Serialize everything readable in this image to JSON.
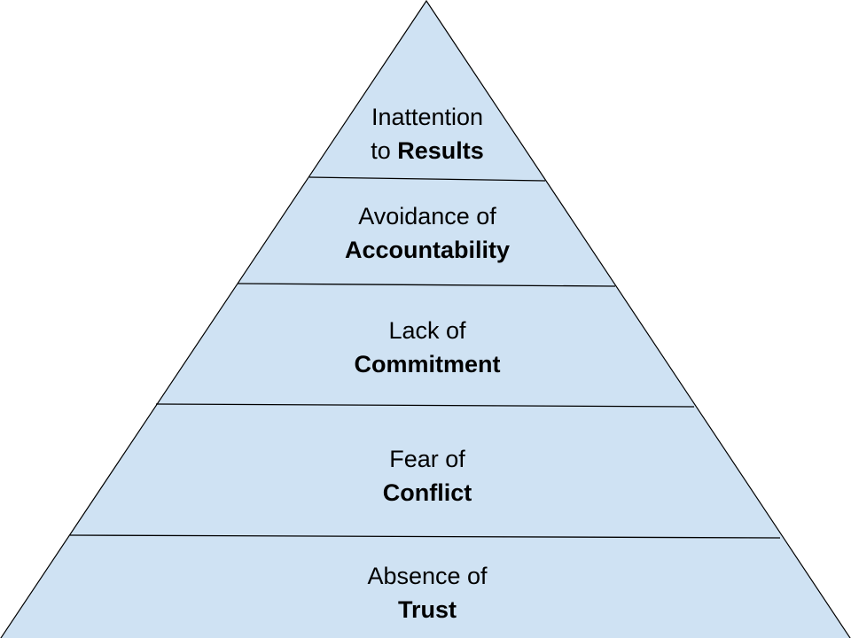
{
  "diagram": {
    "type": "pyramid",
    "fill_color": "#cfe2f3",
    "stroke_color": "#000000",
    "levels": [
      {
        "id": "results",
        "line1": "Inattention",
        "line2_prefix": "to ",
        "line2_emph": "Results"
      },
      {
        "id": "accountability",
        "line1": "Avoidance of",
        "line2_prefix": "",
        "line2_emph": "Accountability"
      },
      {
        "id": "commitment",
        "line1": "Lack of",
        "line2_prefix": "",
        "line2_emph": "Commitment"
      },
      {
        "id": "conflict",
        "line1": "Fear of",
        "line2_prefix": "",
        "line2_emph": "Conflict"
      },
      {
        "id": "trust",
        "line1": "Absence of",
        "line2_prefix": "",
        "line2_emph": "Trust"
      }
    ]
  }
}
